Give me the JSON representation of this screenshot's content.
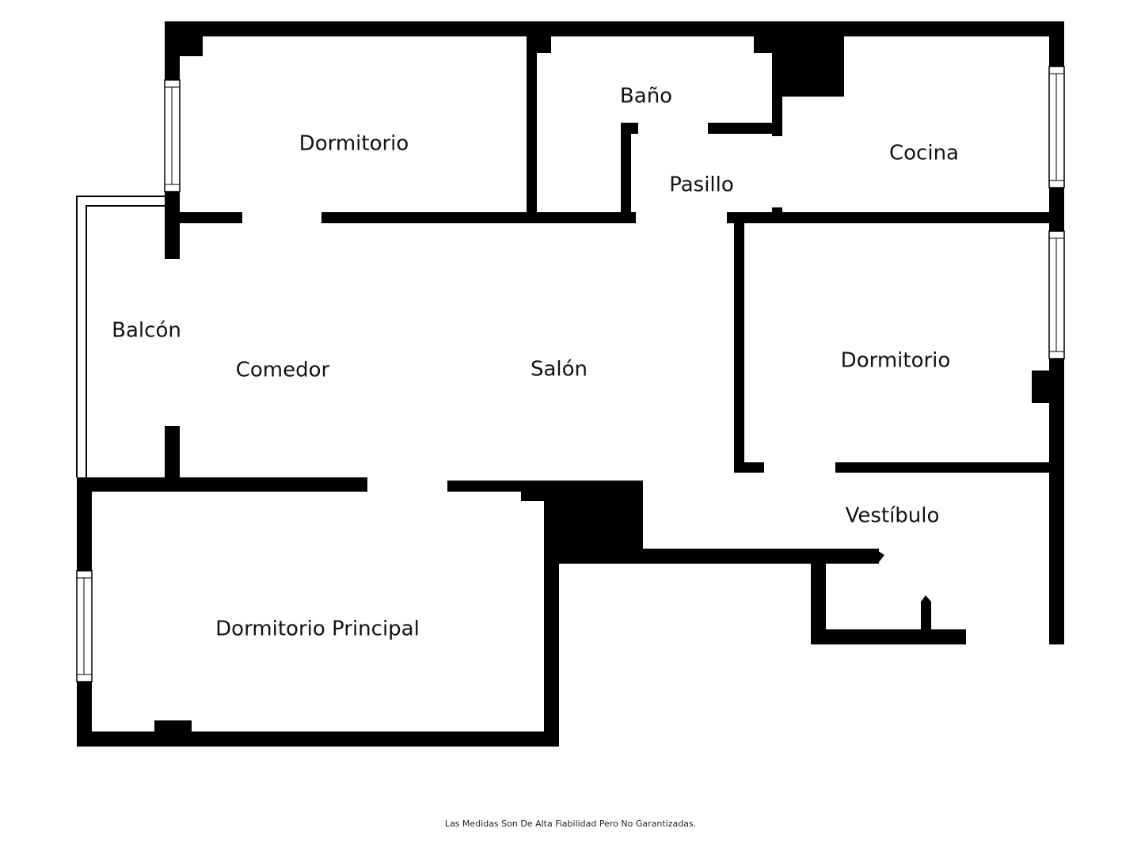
{
  "plan": {
    "rooms": [
      {
        "id": "dormitorio-1",
        "label": "Dormitorio"
      },
      {
        "id": "bano",
        "label": "Baño"
      },
      {
        "id": "pasillo",
        "label": "Pasillo"
      },
      {
        "id": "cocina",
        "label": "Cocina"
      },
      {
        "id": "balcon",
        "label": "Balcón"
      },
      {
        "id": "comedor",
        "label": "Comedor"
      },
      {
        "id": "salon",
        "label": "Salón"
      },
      {
        "id": "dormitorio-2",
        "label": "Dormitorio"
      },
      {
        "id": "vestibulo",
        "label": "Vestíbulo"
      },
      {
        "id": "dormitorio-principal",
        "label": "Dormitorio Principal"
      }
    ],
    "disclaimer": "Las Medidas Son De Alta Fiabilidad Pero No Garantizadas."
  }
}
